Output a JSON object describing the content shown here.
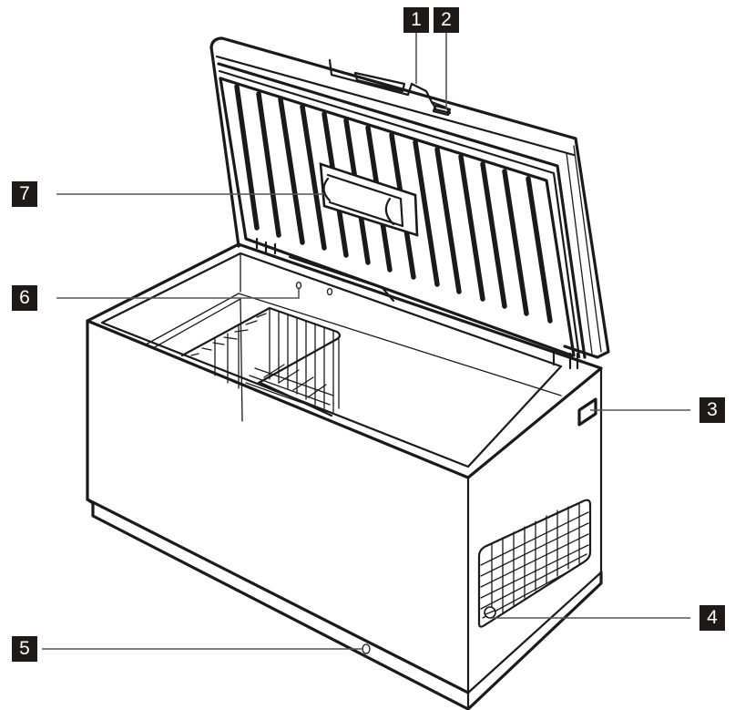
{
  "figure": {
    "subject": "Chest freezer with lid open",
    "colors": {
      "line": "#1a1a1a",
      "badge_bg": "#1e1a19",
      "badge_text": "#ffffff",
      "leader": "#555555",
      "background": "#ffffff"
    }
  },
  "callouts": [
    {
      "number": "1",
      "part": "lid-handle"
    },
    {
      "number": "2",
      "part": "lid-lock"
    },
    {
      "number": "3",
      "part": "side-handle-recess"
    },
    {
      "number": "4",
      "part": "ventilation-grille-with-control"
    },
    {
      "number": "5",
      "part": "drain-plug"
    },
    {
      "number": "6",
      "part": "indicator-light"
    },
    {
      "number": "7",
      "part": "inner-lid-handle"
    }
  ]
}
